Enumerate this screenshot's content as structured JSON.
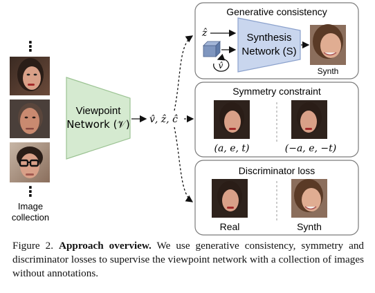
{
  "input": {
    "dots": "⋮",
    "image_label_line1": "Image",
    "image_label_line2": "collection"
  },
  "network_v": {
    "line1": "Viewpoint",
    "line2": "Network (𝒱)"
  },
  "outputs": "v̂, ẑ, ĉ",
  "generative": {
    "title": "Generative consistency",
    "z_label": "ẑ",
    "v_label": "v̂",
    "net_line1": "Synthesis",
    "net_line2": "Network (S)",
    "synth_label": "Synth"
  },
  "symmetry": {
    "title": "Symmetry constraint",
    "left_label": "(a, e, t)",
    "right_label": "(−a, e, −t)"
  },
  "discriminator": {
    "title": "Discriminator loss",
    "real_label": "Real",
    "synth_label": "Synth"
  },
  "caption": {
    "figure_no": "Figure 2.",
    "bold": "Approach overview.",
    "text": "We use generative consistency, symmetry and discriminator losses to supervise the viewpoint network with a collection of images without annotations."
  },
  "colors": {
    "viewpoint_fill": "#d5ead0",
    "viewpoint_stroke": "#9cc393",
    "synthesis_fill": "#c9d6ee",
    "synthesis_stroke": "#8ba1cc",
    "panel_stroke": "#7a7a7a",
    "skin_a": "#d9a088",
    "skin_b": "#c98a70",
    "hair_dark": "#2a1d17",
    "hair_light": "#5a3a26"
  }
}
